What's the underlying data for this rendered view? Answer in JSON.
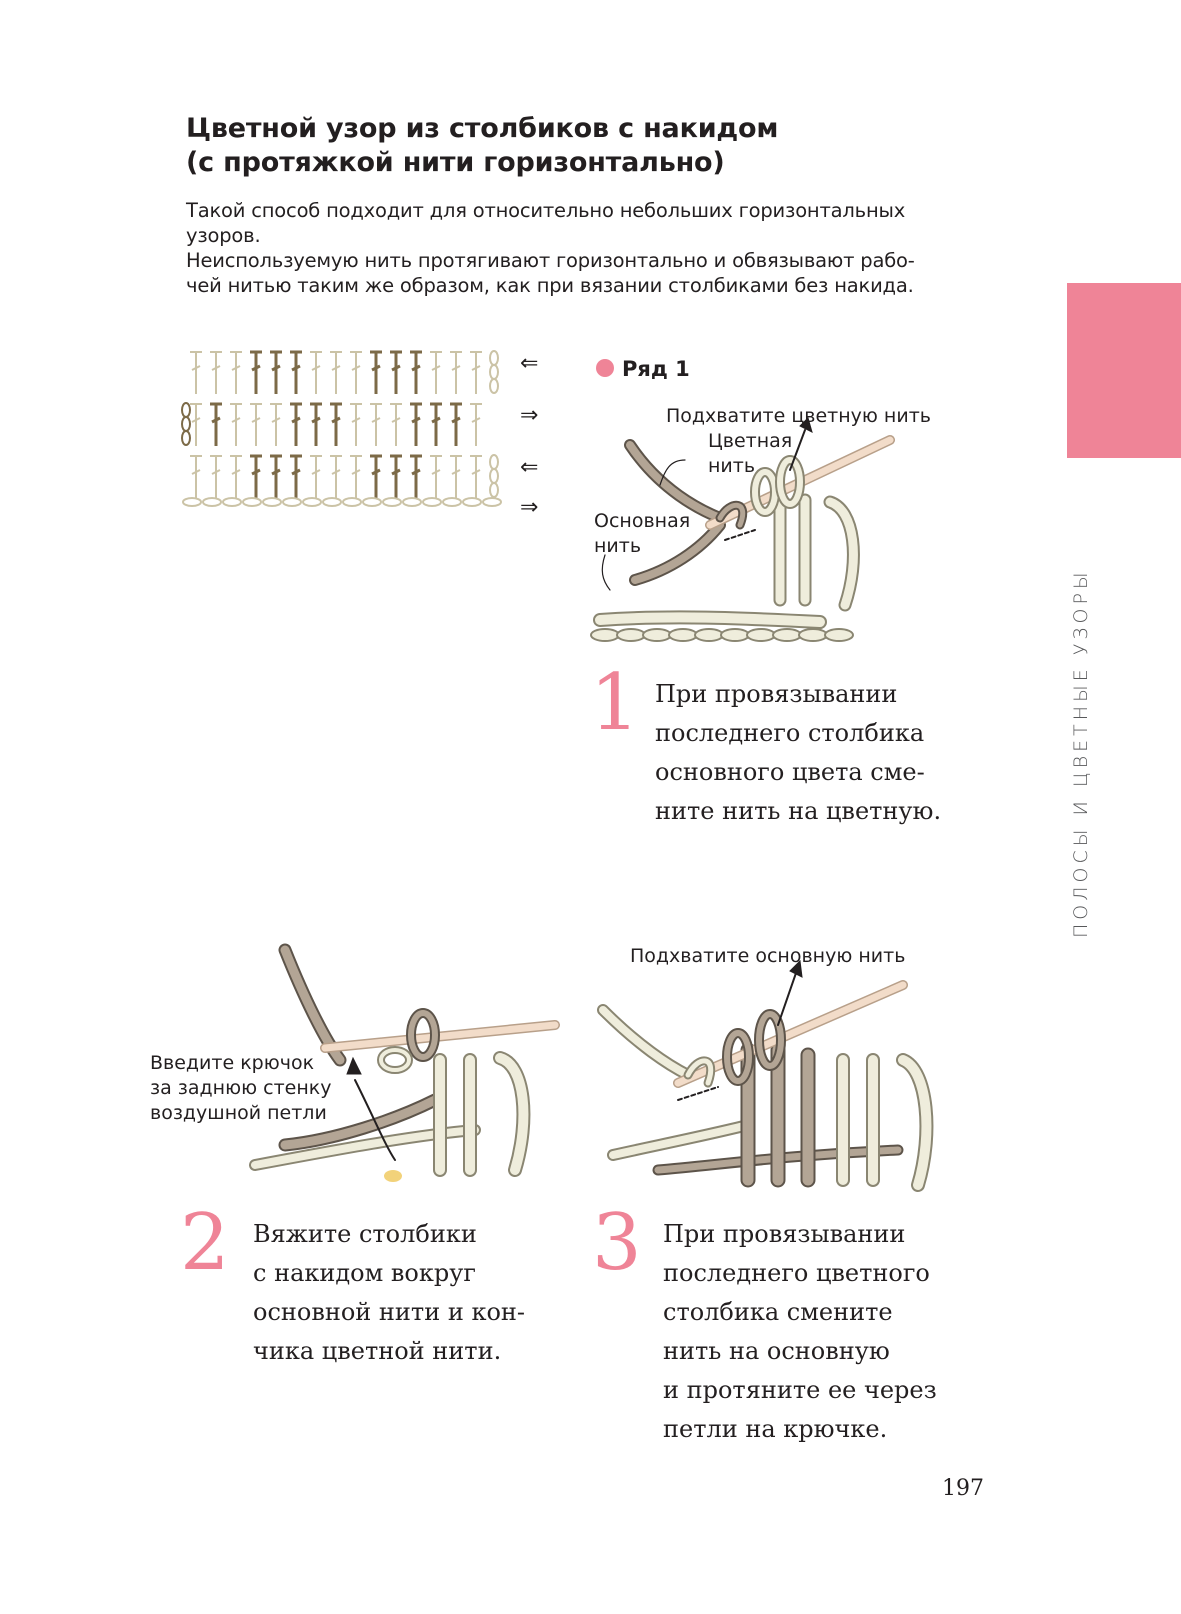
{
  "title_lines": [
    "Цветной узор из столбиков с накидом",
    "(с протяжкой нити горизонтально)"
  ],
  "intro_lines": [
    "Такой способ подходит для относительно небольших горизонтальных",
    "узоров.",
    "Неиспользуемую нить протягивают горизонтально и обвязывают рабо-",
    "чей нитью таким же образом, как при вязании столбиками без накида."
  ],
  "side_label": "ПОЛОСЫ И ЦВЕТНЫЕ УЗОРЫ",
  "row_label": "Ряд 1",
  "chart_arrows": [
    "⇐",
    "⇒",
    "⇐",
    "⇒"
  ],
  "fig1": {
    "label_pick": "Подхватите цветную нить",
    "label_color_1": "Цветная",
    "label_color_2": "нить",
    "label_main_1": "Основная",
    "label_main_2": "нить"
  },
  "fig2": {
    "label_1": "Введите крючок",
    "label_2": "за заднюю стенку",
    "label_3": "воздушной петли"
  },
  "fig3": {
    "label_pick": "Подхватите основную нить"
  },
  "steps": [
    {
      "num": "1",
      "text": "При провязывании\nпоследнего столбика\nосновного цвета сме-\nните нить на цветную."
    },
    {
      "num": "2",
      "text": "Вяжите столбики\nс накидом вокруг\nосновной нити и кон-\nчика цветной нити."
    },
    {
      "num": "3",
      "text": "При провязывании\nпоследнего цветного\nстолбика смените\nнить на основную\nи протяните ее через\nпетли на крючке."
    }
  ],
  "page_number": "197",
  "colors": {
    "accent_pink": "#ef8497",
    "main_yarn": "#efeddc",
    "main_yarn_stroke": "#8a8672",
    "color_yarn": "#b3a595",
    "color_yarn_dark": "#7d6f61",
    "chart_light": "#cbc3a6",
    "chart_dark": "#7c6a47",
    "hook": "#f2dcc9"
  }
}
